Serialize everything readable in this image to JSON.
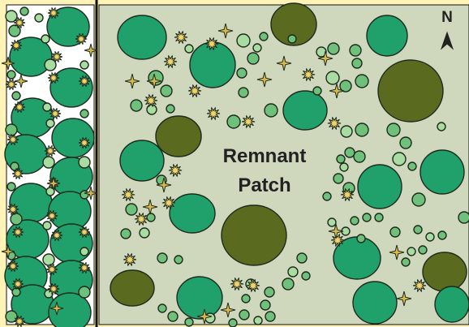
{
  "diagram": {
    "label_line1": "Remnant",
    "label_line2": "Patch",
    "north_label": "N"
  },
  "legend_semantics": {
    "colors": {
      "background_border": "#fff3b8",
      "strip_fill": "#ffffff",
      "patch_fill": "#cfd8bd",
      "large_tree": "#20a06a",
      "mature_tree": "#5a6b1f",
      "shrub": "#6fc07a",
      "seedling": "#a9dca0",
      "burst": "#f0d36a",
      "star": "#d9b84a",
      "outline": "#1d2b1d"
    },
    "icons": [
      "north-arrow-icon",
      "burst-icon",
      "star-icon"
    ]
  }
}
